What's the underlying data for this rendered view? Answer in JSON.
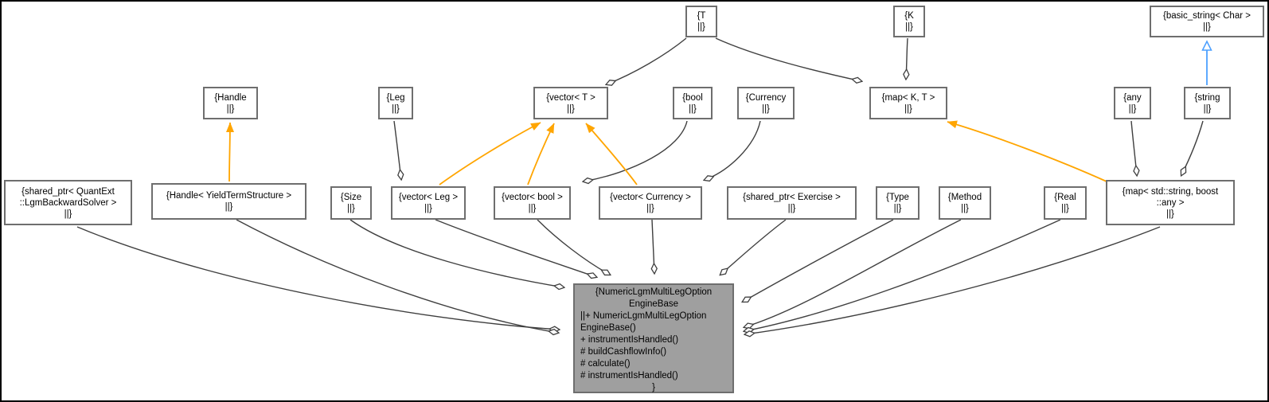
{
  "diagram_type": "uml-collaboration-graph",
  "colors": {
    "background": "#ffffff",
    "frame_border": "#000000",
    "node_fill": "#ffffff",
    "node_border": "#6e6e6e",
    "central_node_fill": "#9f9f9f",
    "member_edge": "#3f3f3f",
    "template_instance_edge": "#ffa500",
    "inheritance_edge": "#4da0ff",
    "diamond_fill": "#ffffff"
  },
  "nodes": {
    "t": {
      "label": "T",
      "text": [
        "{T",
        "||}"
      ]
    },
    "k": {
      "label": "K",
      "text": [
        "{K",
        "||}"
      ]
    },
    "basic_string": {
      "label": "basic_string< Char >",
      "text": [
        "{basic_string< Char >",
        "||}"
      ]
    },
    "handle": {
      "label": "Handle",
      "text": [
        "{Handle",
        "||}"
      ]
    },
    "leg": {
      "label": "Leg",
      "text": [
        "{Leg",
        "||}"
      ]
    },
    "vector_t": {
      "label": "vector< T >",
      "text": [
        "{vector< T >",
        "||}"
      ]
    },
    "bool": {
      "label": "bool",
      "text": [
        "{bool",
        "||}"
      ]
    },
    "currency": {
      "label": "Currency",
      "text": [
        "{Currency",
        "||}"
      ]
    },
    "map_kt": {
      "label": "map< K, T >",
      "text": [
        "{map< K, T >",
        "||}"
      ]
    },
    "any": {
      "label": "any",
      "text": [
        "{any",
        "||}"
      ]
    },
    "string": {
      "label": "string",
      "text": [
        "{string",
        "||}"
      ]
    },
    "shared_ptr_lgm": {
      "label": "shared_ptr< QuantExt::LgmBackwardSolver >",
      "text": [
        "{shared_ptr< QuantExt",
        "::LgmBackwardSolver >",
        "||}"
      ]
    },
    "handle_yts": {
      "label": "Handle< YieldTermStructure >",
      "text": [
        "{Handle< YieldTermStructure >",
        "||}"
      ]
    },
    "size": {
      "label": "Size",
      "text": [
        "{Size",
        "||}"
      ]
    },
    "vector_leg": {
      "label": "vector< Leg >",
      "text": [
        "{vector< Leg >",
        "||}"
      ]
    },
    "vector_bool": {
      "label": "vector< bool >",
      "text": [
        "{vector< bool >",
        "||}"
      ]
    },
    "vector_currency": {
      "label": "vector< Currency >",
      "text": [
        "{vector< Currency >",
        "||}"
      ]
    },
    "shared_ptr_exercise": {
      "label": "shared_ptr< Exercise >",
      "text": [
        "{shared_ptr< Exercise >",
        "||}"
      ]
    },
    "type": {
      "label": "Type",
      "text": [
        "{Type",
        "||}"
      ]
    },
    "method": {
      "label": "Method",
      "text": [
        "{Method",
        "||}"
      ]
    },
    "real": {
      "label": "Real",
      "text": [
        "{Real",
        "||}"
      ]
    },
    "map_ss": {
      "label": "map< std::string, boost::any >",
      "text": [
        "{map< std::string, boost",
        "::any >",
        "||}"
      ]
    }
  },
  "central": {
    "label": "NumericLgmMultiLegOptionEngineBase",
    "lines": [
      "{NumericLgmMultiLegOption",
      "EngineBase",
      "||+ NumericLgmMultiLegOption",
      "EngineBase()",
      "+ instrumentIsHandled()",
      "# buildCashflowInfo()",
      "# calculate()",
      "# instrumentIsHandled()",
      "}"
    ]
  },
  "edges": [
    {
      "from": "t",
      "to": "vector_t",
      "type": "aggregation-diamond"
    },
    {
      "from": "t",
      "to": "map_kt",
      "type": "aggregation-diamond"
    },
    {
      "from": "k",
      "to": "map_kt",
      "type": "aggregation-diamond"
    },
    {
      "from": "leg",
      "to": "vector_leg",
      "type": "aggregation-diamond"
    },
    {
      "from": "bool",
      "to": "vector_bool",
      "type": "aggregation-diamond"
    },
    {
      "from": "currency",
      "to": "vector_currency",
      "type": "aggregation-diamond"
    },
    {
      "from": "any",
      "to": "map_ss",
      "type": "aggregation-diamond"
    },
    {
      "from": "string",
      "to": "map_ss",
      "type": "aggregation-diamond"
    },
    {
      "from": "shared_ptr_lgm",
      "to": "central",
      "type": "aggregation-diamond"
    },
    {
      "from": "handle_yts",
      "to": "central",
      "type": "aggregation-diamond"
    },
    {
      "from": "size",
      "to": "central",
      "type": "aggregation-diamond"
    },
    {
      "from": "vector_leg",
      "to": "central",
      "type": "aggregation-diamond"
    },
    {
      "from": "vector_bool",
      "to": "central",
      "type": "aggregation-diamond"
    },
    {
      "from": "vector_currency",
      "to": "central",
      "type": "aggregation-diamond"
    },
    {
      "from": "shared_ptr_exercise",
      "to": "central",
      "type": "aggregation-diamond"
    },
    {
      "from": "type",
      "to": "central",
      "type": "aggregation-diamond"
    },
    {
      "from": "method",
      "to": "central",
      "type": "aggregation-diamond"
    },
    {
      "from": "real",
      "to": "central",
      "type": "aggregation-diamond"
    },
    {
      "from": "map_ss",
      "to": "central",
      "type": "aggregation-diamond"
    },
    {
      "from": "handle_yts",
      "to": "handle",
      "type": "template-instance"
    },
    {
      "from": "vector_leg",
      "to": "vector_t",
      "type": "template-instance"
    },
    {
      "from": "vector_bool",
      "to": "vector_t",
      "type": "template-instance"
    },
    {
      "from": "vector_currency",
      "to": "vector_t",
      "type": "template-instance"
    },
    {
      "from": "map_ss",
      "to": "map_kt",
      "type": "template-instance"
    },
    {
      "from": "string",
      "to": "basic_string",
      "type": "inheritance"
    }
  ]
}
